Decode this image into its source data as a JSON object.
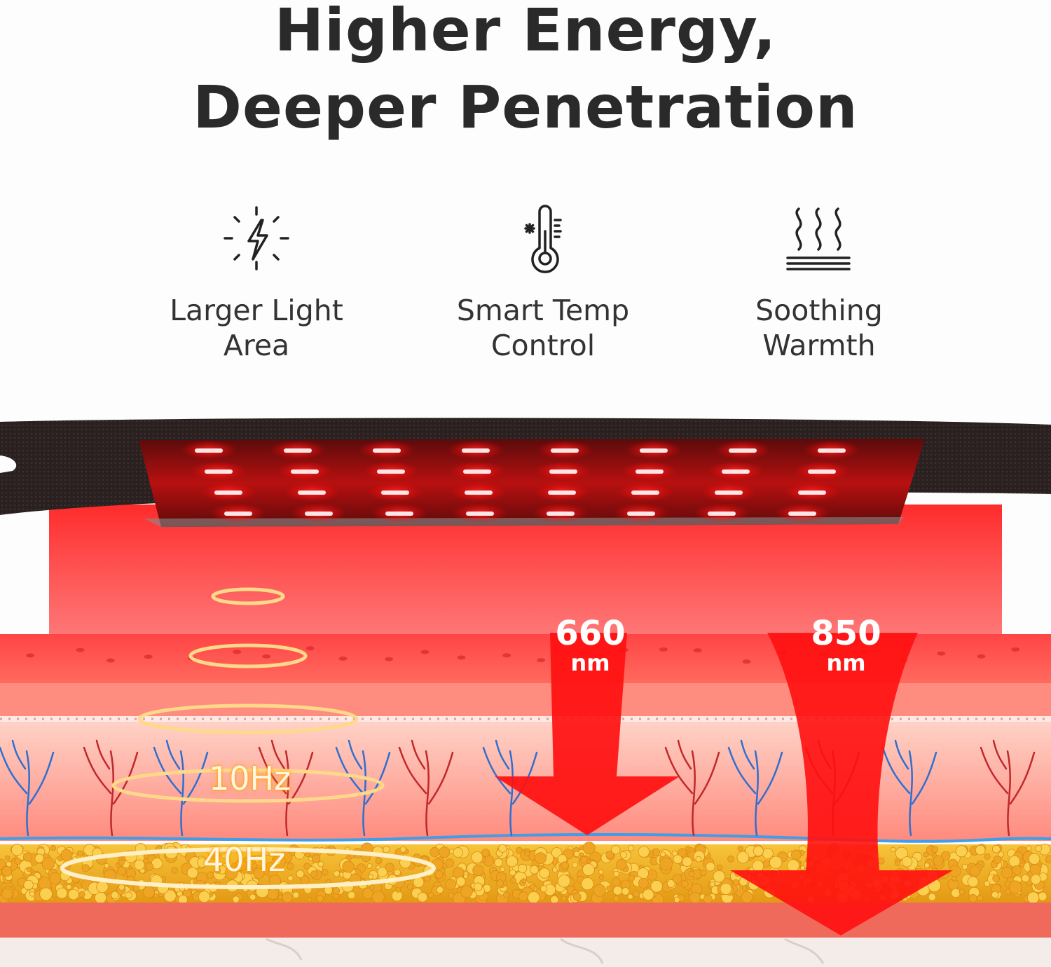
{
  "headline": {
    "line1": "Higher Energy,",
    "line2": "Deeper Penetration"
  },
  "features": [
    {
      "icon": "lightning-icon",
      "line1": "Larger Light",
      "line2": "Area"
    },
    {
      "icon": "thermometer-icon",
      "line1": "Smart Temp",
      "line2": "Control"
    },
    {
      "icon": "heat-waves-icon",
      "line1": "Soothing",
      "line2": "Warmth"
    }
  ],
  "wavelengths": [
    {
      "value": "660",
      "unit": "nm"
    },
    {
      "value": "850",
      "unit": "nm"
    }
  ],
  "frequencies": [
    "10Hz",
    "40Hz"
  ],
  "colors": {
    "led_red": "#ff1a1a",
    "heading": "#2a2a2a",
    "fat_yellow": "#f3b21a",
    "skin": "#f7a79c"
  }
}
